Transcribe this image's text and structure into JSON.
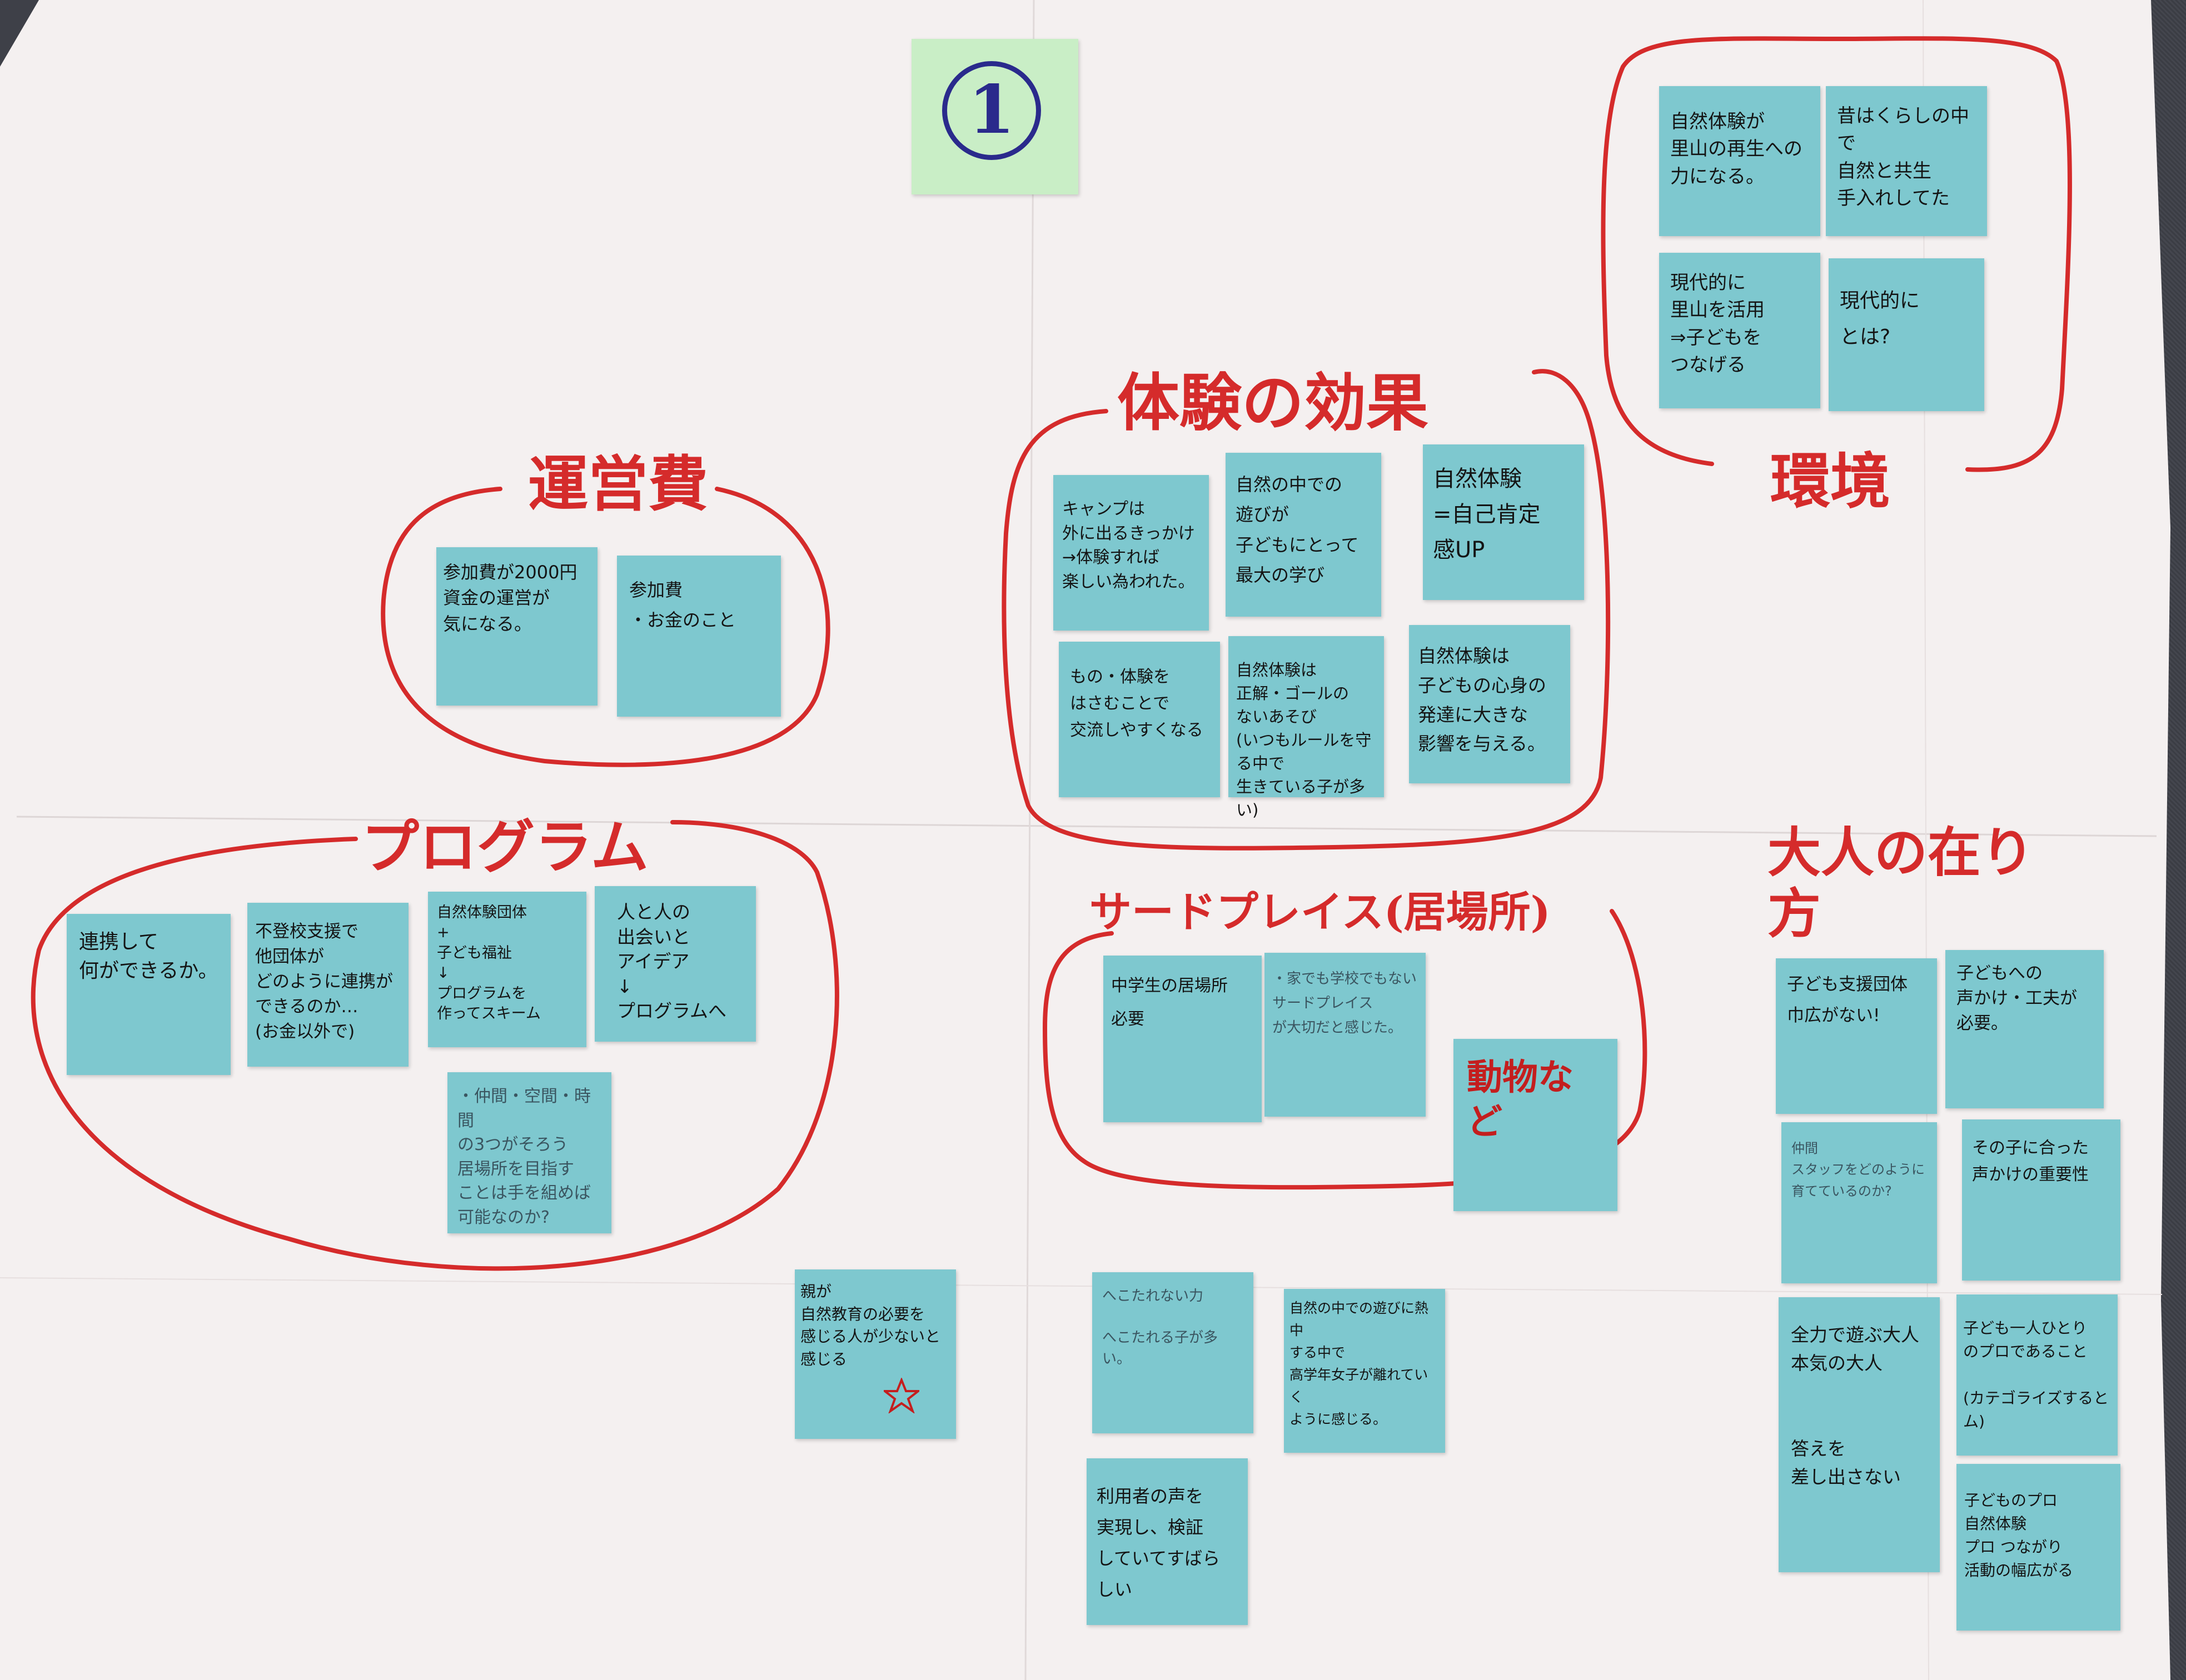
{
  "board": {
    "number": "1",
    "groups": {
      "environment": "環境",
      "effects": "体験の効果",
      "costs": "運営費",
      "program": "プログラム",
      "third_place": "サードプレイス(居場所)",
      "adults": "大人の在り方"
    },
    "note_color": "#7ec8cf",
    "marker_color": "#d52b2b",
    "notes": {
      "env1": "自然体験が\n里山の再生への\n力になる。",
      "env2": "昔はくらしの中で\n自然と共生\n手入れしてた",
      "env3": "現代的に\n里山を活用\n⇒子どもを\nつなげる",
      "env4": "現代的に\nとは?",
      "eff1": "キャンプは\n外に出るきっかけ\n→体験すれば\n楽しい為われた。",
      "eff2": "自然の中での\n遊びが\n子どもにとって\n最大の学び",
      "eff3": "自然体験\n=自己肯定\n感UP",
      "eff4": "もの・体験を\nはさむことで\n交流しやすくなる",
      "eff5": "自然体験は\n正解・ゴールの\nないあそび\n(いつもルールを守る中で\n生きている子が多い)",
      "eff6": "自然体験は\n子どもの心身の\n発達に大きな\n影響を与える。",
      "cost1": "参加費が2000円\n資金の運営が\n気になる。",
      "cost2": "参加費\n・お金のこと",
      "prog1": "連携して\n何ができるか。",
      "prog2": "不登校支援で\n他団体が\nどのように連携が\nできるのか…\n(お金以外で)",
      "prog3": "自然体験団体\n+\n子ども福祉\n↓\nプログラムを\n作ってスキーム",
      "prog4": "人と人の\n出会いと\nアイデア\n↓\nプログラムへ",
      "prog5": "・仲間・空間・時間\nの3つがそろう\n居場所を目指す\nことは手を組めば\n可能なのか?",
      "tp1": "中学生の居場所\n必要",
      "tp2": "・家でも学校でもない\nサードプレイス\nが大切だと感じた。",
      "tp3": "動物など",
      "ad1": "子ども支援団体\n巾広がない!",
      "ad2": "子どもへの\n声かけ・工夫が\n必要。",
      "ad3": "仲間\nスタッフをどのように\n育てているのか?",
      "ad4": "その子に合った\n声かけの重要性",
      "ad5": "全力で遊ぶ大人\n本気の大人\n\n\n答えを\n差し出さない",
      "ad6": "子ども一人ひとり\nのプロであること\n\n(カテゴライズするとム)",
      "ad7": "子どものプロ\n自然体験\nプロ つながり\n活動の幅広がる",
      "lo1": "親が\n自然教育の必要を\n感じる人が少ないと\n感じる",
      "lo2": "へこたれない力\n\nへこたれる子が多い。",
      "lo3": "自然の中での遊びに熱中\nする中で\n高学年女子が離れていく\nように感じる。",
      "lo4": "利用者の声を\n実現し、検証\nしていてすばらしい"
    }
  }
}
